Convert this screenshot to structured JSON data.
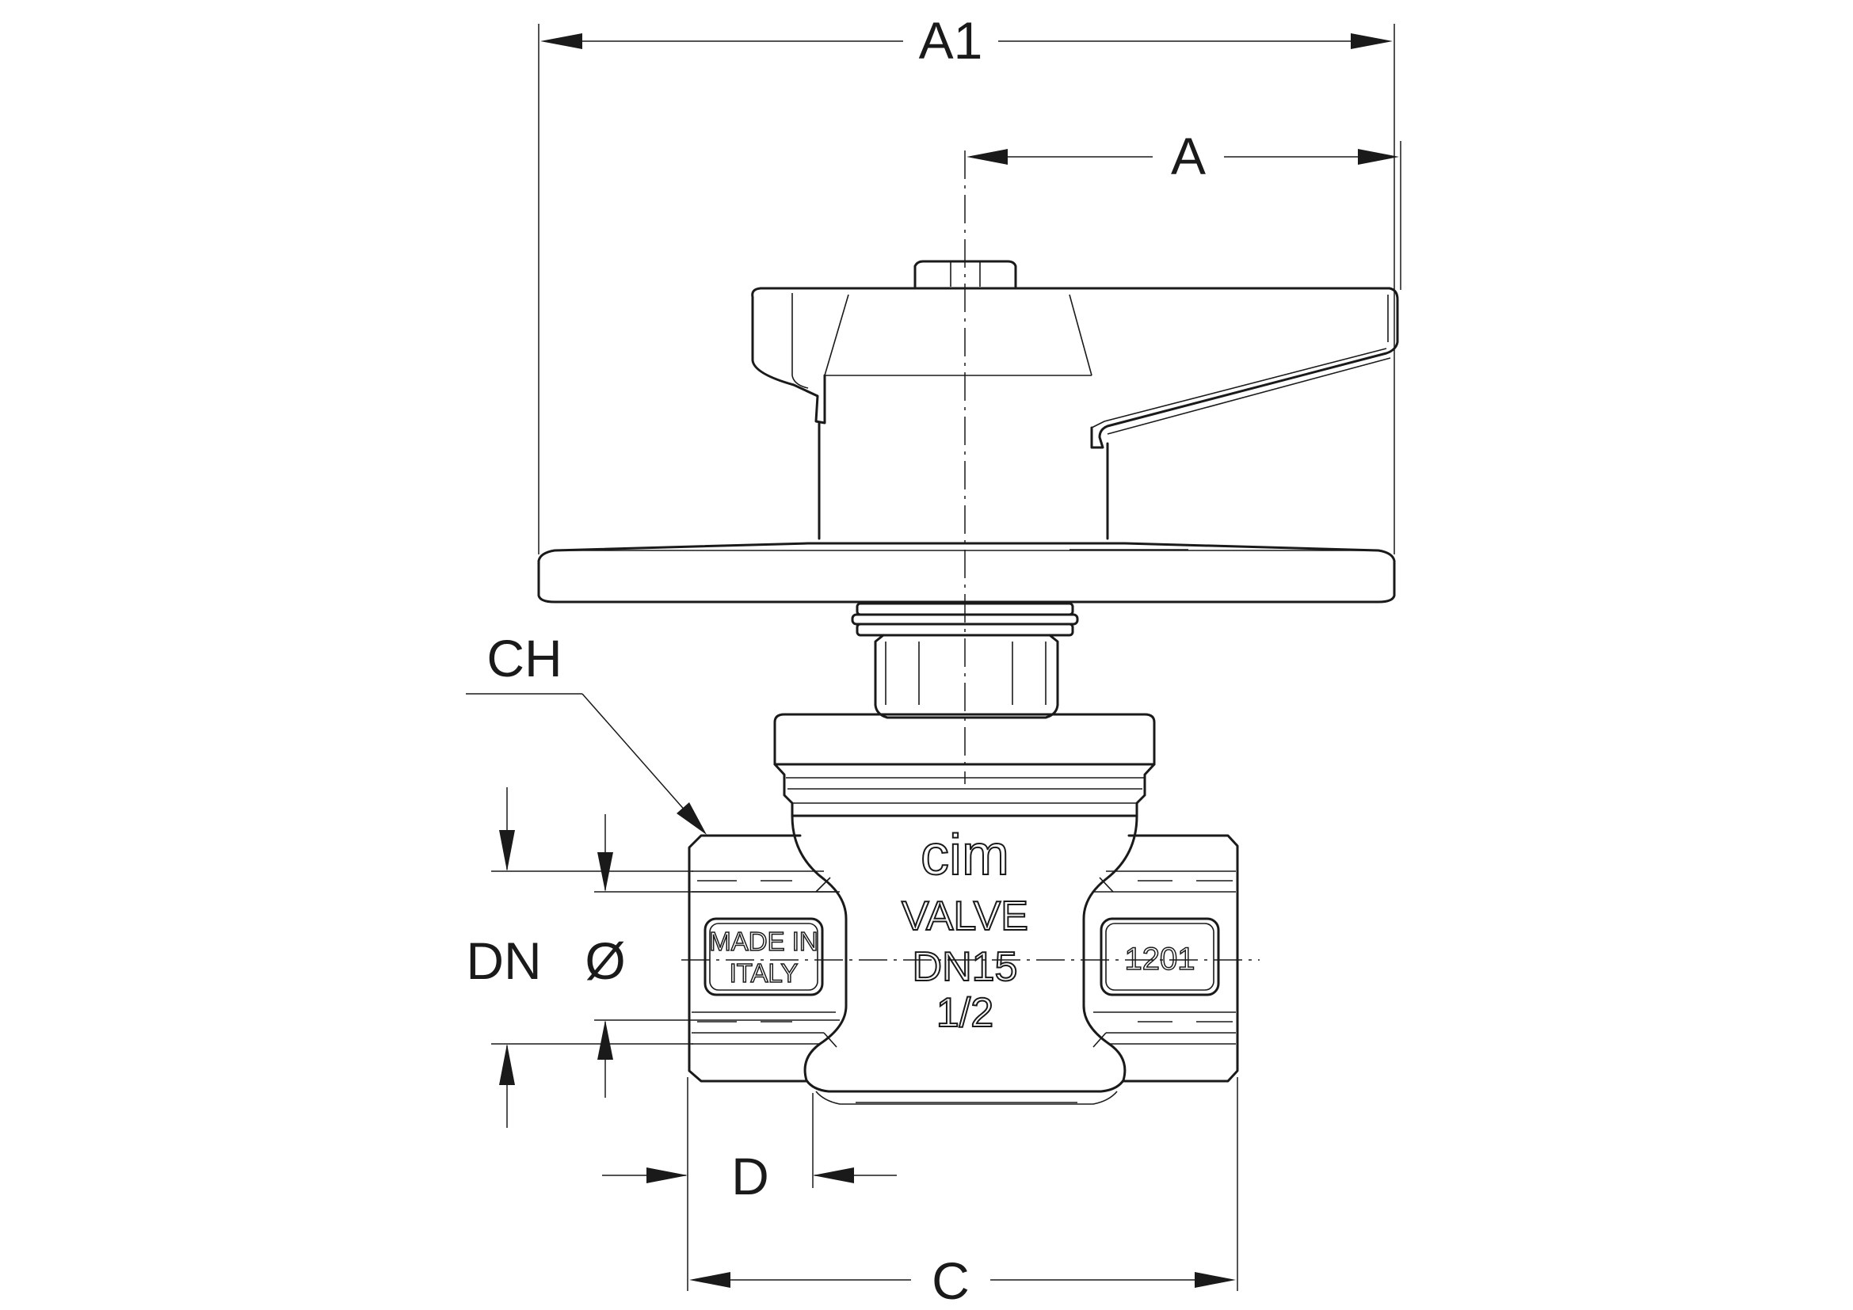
{
  "dimensions": {
    "a1": "A1",
    "a": "A",
    "ch": "CH",
    "dn": "DN",
    "dia": "Ø",
    "d": "D",
    "c": "C"
  },
  "body_markings": {
    "brand": "cim",
    "type": "VALVE",
    "size": "DN15",
    "thread": "1/2"
  },
  "plates": {
    "origin_line1": "MADE IN",
    "origin_line2": "ITALY",
    "code": "1201"
  }
}
